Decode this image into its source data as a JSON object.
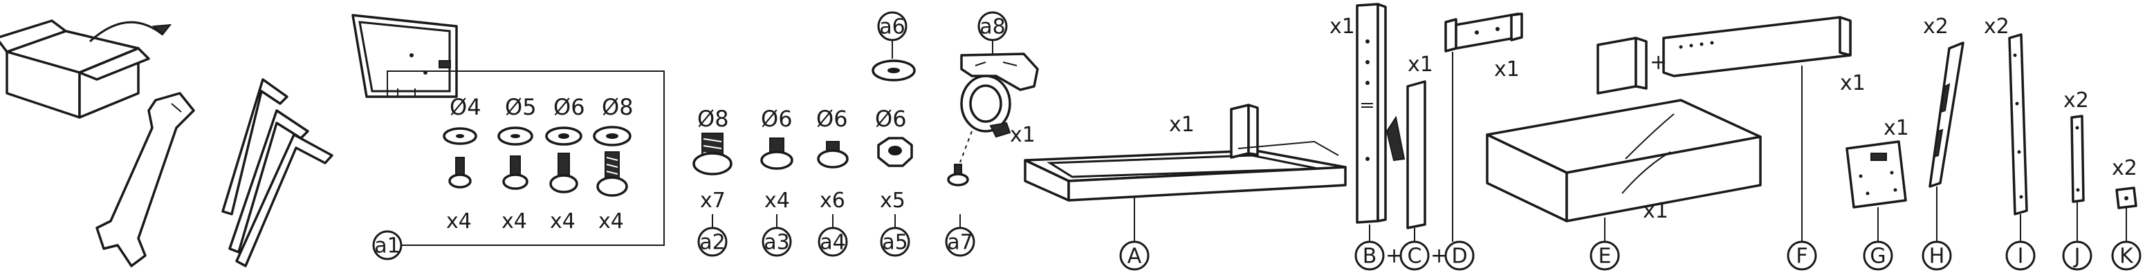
{
  "hardware": {
    "a1": {
      "label": "a1",
      "sizes": [
        "Ø4",
        "Ø5",
        "Ø6",
        "Ø8"
      ],
      "quantities": [
        "x4",
        "x4",
        "x4",
        "x4"
      ]
    },
    "a2": {
      "label": "a2",
      "size": "Ø8",
      "quantity": "x7"
    },
    "a3": {
      "label": "a3",
      "size": "Ø6",
      "quantity": "x4"
    },
    "a4": {
      "label": "a4",
      "size": "Ø6",
      "quantity": "x6"
    },
    "a5": {
      "label": "a5",
      "size": "Ø6",
      "quantity": "x5"
    },
    "a6": {
      "label": "a6"
    },
    "a7": {
      "label": "a7"
    },
    "a8": {
      "label": "a8",
      "quantity": "x1"
    }
  },
  "parts": {
    "A": {
      "label": "A",
      "quantity": "x1"
    },
    "B": {
      "label": "B",
      "quantity": "x1"
    },
    "C": {
      "label": "C",
      "quantity": "x1"
    },
    "D": {
      "label": "D",
      "quantity": "x1"
    },
    "E": {
      "label": "E",
      "quantity": "x1"
    },
    "F": {
      "label": "F",
      "quantity": "x1"
    },
    "G": {
      "label": "G",
      "quantity": "x1"
    },
    "H": {
      "label": "H",
      "quantity": "x2"
    },
    "I": {
      "label": "I",
      "quantity": "x2"
    },
    "J": {
      "label": "J",
      "quantity": "x2"
    },
    "K": {
      "label": "K",
      "quantity": "x2"
    }
  },
  "combine_symbols": [
    "+",
    "+",
    "+"
  ],
  "icons": [
    "box-icon",
    "wrench-icon",
    "hex-key-icon",
    "tv-icon",
    "washer-icon",
    "bolt-icon",
    "nut-icon",
    "clamp-icon"
  ]
}
